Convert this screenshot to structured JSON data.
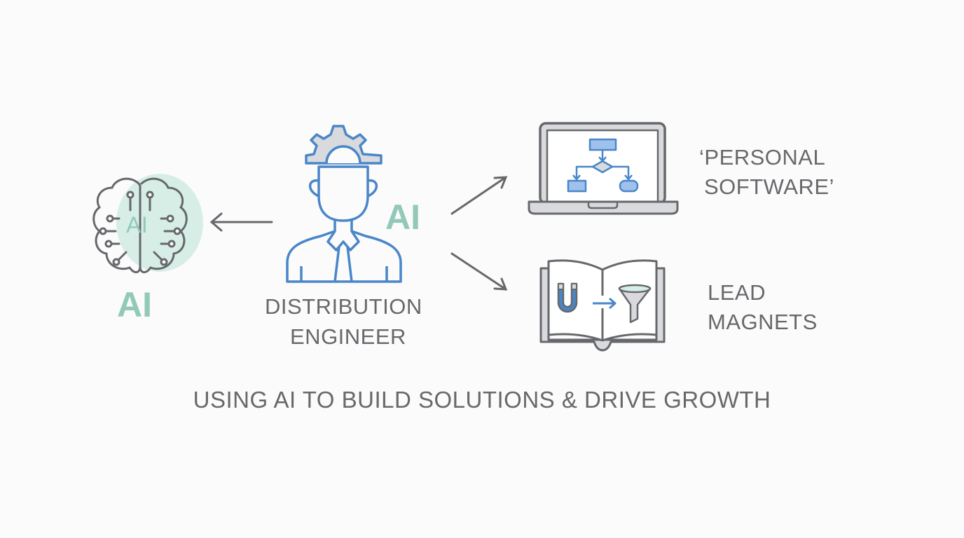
{
  "brain": {
    "inner_label": "AI",
    "label": "AI"
  },
  "engineer": {
    "side_label": "AI",
    "title_line1": "DISTRIBUTION",
    "title_line2": "ENGINEER"
  },
  "outputs": [
    {
      "line1": "‘PERSONAL",
      "line2": "SOFTWARE’"
    },
    {
      "line1": "LEAD",
      "line2": "MAGNETS"
    }
  ],
  "caption": "USING AI TO BUILD SOLUTIONS & DRIVE GROWTH",
  "colors": {
    "teal": "#92c9b9",
    "blue": "#4a86c8",
    "gray": "#66686b",
    "light_blue": "#9fc2ec"
  }
}
